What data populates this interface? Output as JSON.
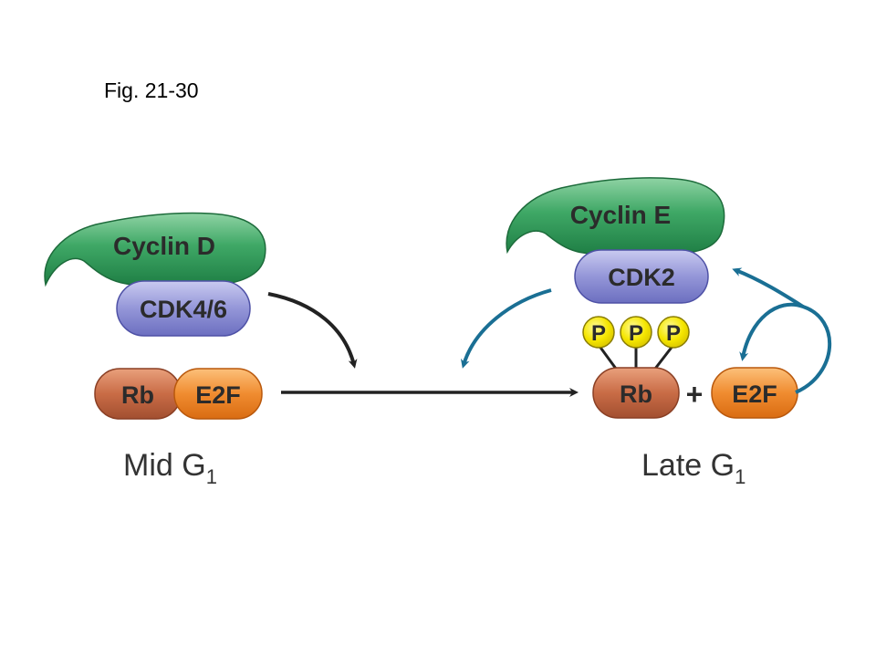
{
  "figure": {
    "title": "Fig. 21-30"
  },
  "mid_g1": {
    "cyclin": "Cyclin D",
    "cdk": "CDK4/6",
    "rb": "Rb",
    "e2f": "E2F",
    "stage_main": "Mid G",
    "stage_sub": "1"
  },
  "late_g1": {
    "cyclin": "Cyclin E",
    "cdk": "CDK2",
    "phosphates": [
      "P",
      "P",
      "P"
    ],
    "rb": "Rb",
    "plus": "+",
    "e2f": "E2F",
    "stage_main": "Late G",
    "stage_sub": "1"
  },
  "colors": {
    "cyclin_green": "#2f9a5c",
    "cdk_purple": "#8e90d2",
    "rb_brown": "#c86a45",
    "e2f_orange": "#ef8a2e",
    "phosphate_yellow": "#f2e400",
    "feedback_arrow_blue": "#1a6f94",
    "main_arrow": "#222222"
  }
}
